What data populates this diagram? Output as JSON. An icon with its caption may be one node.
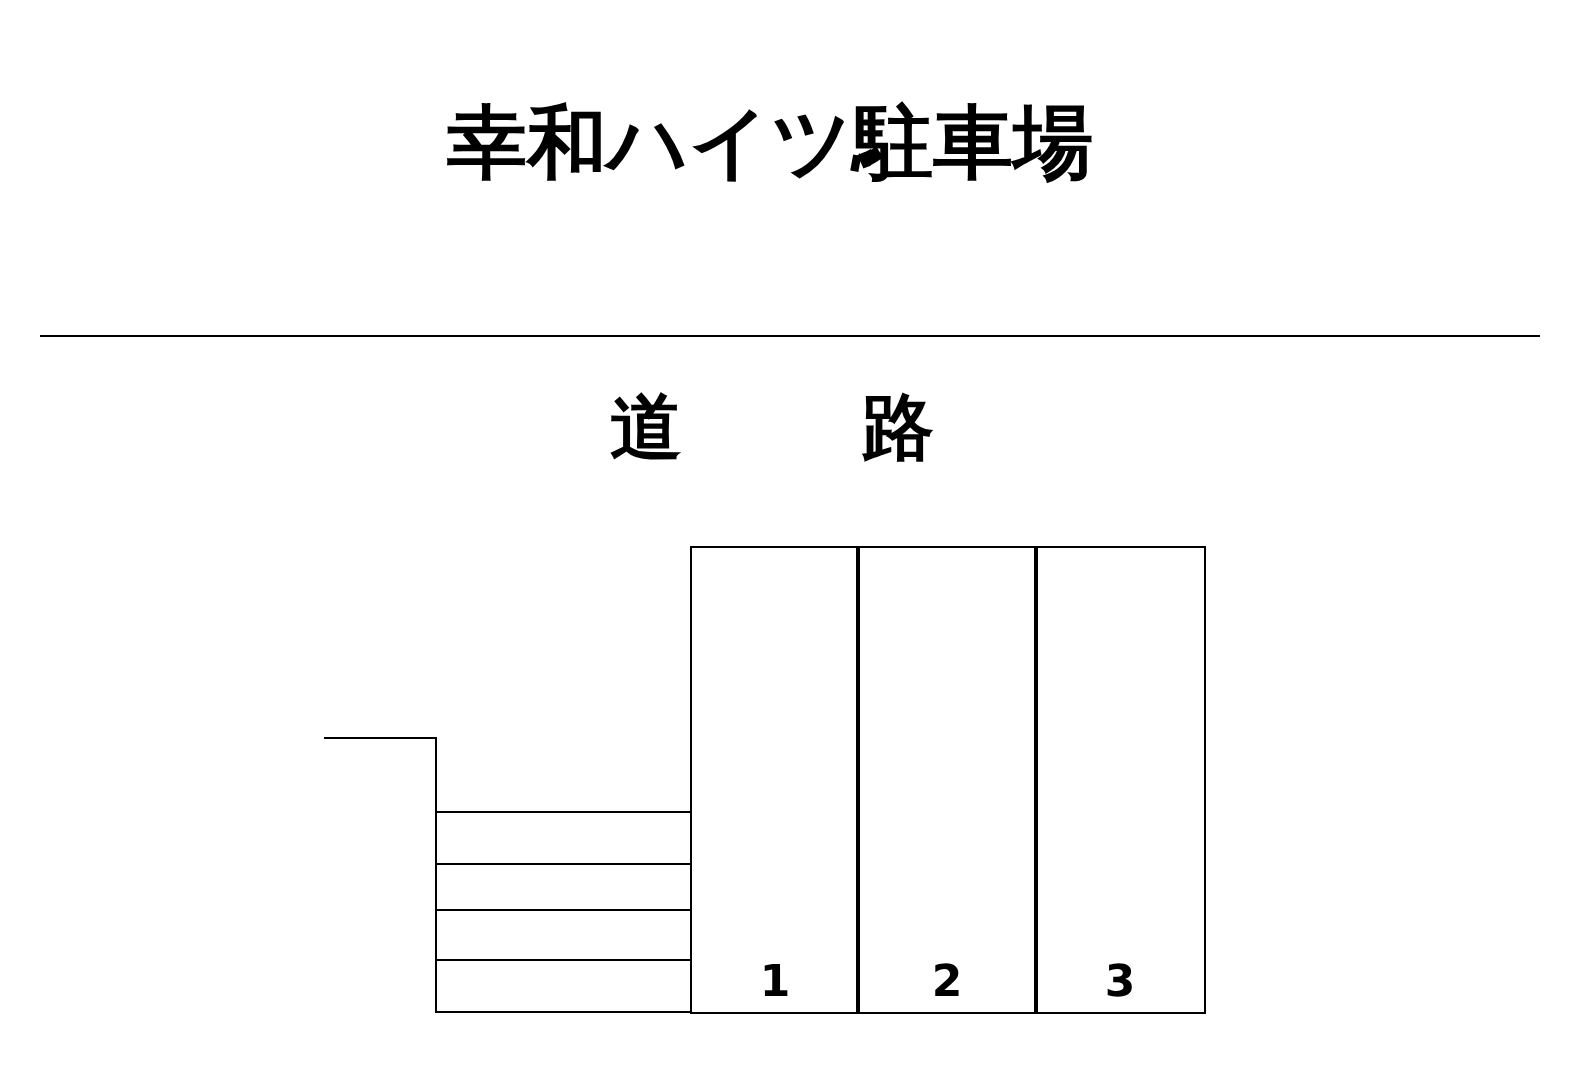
{
  "diagram": {
    "title": "幸和ハイツ駐車場",
    "nodes": [
      {
        "text": [
          "1"
        ]
      },
      {
        "text": [
          "2"
        ]
      },
      {
        "text": [
          "3"
        ]
      }
    ],
    "edges": [],
    "labels": [
      "道路"
    ]
  }
}
